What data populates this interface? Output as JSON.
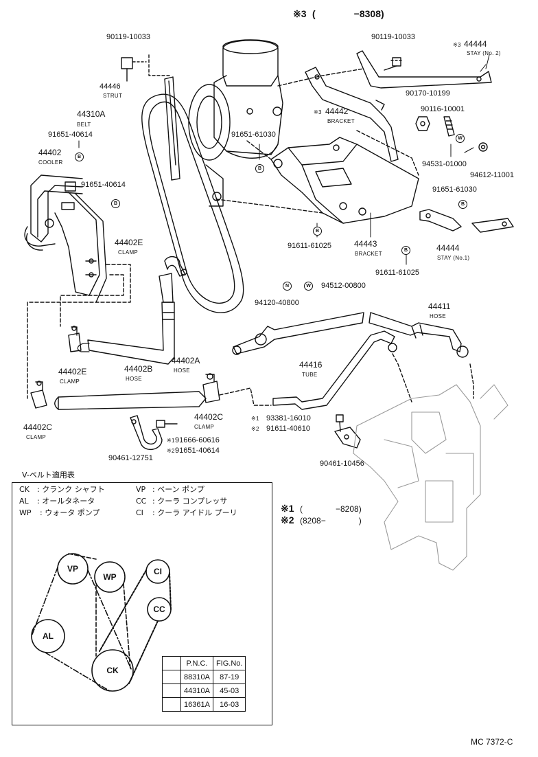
{
  "header": {
    "mark3": "※3",
    "range3": "(　　　　−8308)"
  },
  "parts": {
    "p_90119_left": "90119-10033",
    "p_90119_right": "90119-10033",
    "p_44444_stay2": {
      "mark": "※3",
      "num": "44444",
      "name": "STAY (No. 2)"
    },
    "p_44446": {
      "num": "44446",
      "name": "STRUT"
    },
    "p_90170": "90170-10199",
    "p_90116": "90116-10001",
    "p_44442": {
      "mark": "※3",
      "num": "44442",
      "name": "BRACKET"
    },
    "p_44310A": {
      "num": "44310A",
      "name": "BELT"
    },
    "p_91651_40614_top": "91651-40614",
    "p_91651_61030_a": "91651-61030",
    "p_94531": "94531-01000",
    "p_94612": "94612-11001",
    "p_44402": {
      "num": "44402",
      "name": "COOLER"
    },
    "p_91651_40614_cooler": "91651-40614",
    "p_91651_61030_b": "91651-61030",
    "p_44402E_top": {
      "num": "44402E",
      "name": "CLAMP"
    },
    "p_91611_61025_a": "91611-61025",
    "p_44443": {
      "num": "44443",
      "name": "BRACKET"
    },
    "p_44444_stay1": {
      "num": "44444",
      "name": "STAY (No.1)"
    },
    "p_91611_61025_b": "91611-61025",
    "p_94512": "94512-00800",
    "p_94120": "94120-40800",
    "p_44411": {
      "num": "44411",
      "name": "HOSE"
    },
    "p_44402E_low": {
      "num": "44402E",
      "name": "CLAMP"
    },
    "p_44402B": {
      "num": "44402B",
      "name": "HOSE"
    },
    "p_44402A": {
      "num": "44402A",
      "name": "HOSE"
    },
    "p_44416": {
      "num": "44416",
      "name": "TUBE"
    },
    "p_44402C_left": {
      "num": "44402C",
      "name": "CLAMP"
    },
    "p_44402C_right": {
      "num": "44402C",
      "name": "CLAMP"
    },
    "p_93381": {
      "mark": "※1",
      "num": "93381-16010"
    },
    "p_91611_40610": {
      "mark": "※2",
      "num": "91611-40610"
    },
    "p_91666": {
      "mark": "※1",
      "num": "91666-60616"
    },
    "p_91651_40614_low": {
      "mark": "※2",
      "num": "91651-40614"
    },
    "p_90461_12751": "90461-12751",
    "p_90461_10456": "90461-10456"
  },
  "bolt_letters": {
    "b": "B",
    "n": "N",
    "w": "W"
  },
  "notes": {
    "n1_mark": "※1",
    "n1_range": "(　　　　−8208)",
    "n2_mark": "※2",
    "n2_range": "(8208−　　　　)"
  },
  "legend": {
    "title": "V-ベルト適用表",
    "rows": [
      {
        "abbr": "CK",
        "desc": ": クランク シャフト",
        "abbr2": "VP",
        "desc2": ": ベーン ポンプ"
      },
      {
        "abbr": "AL",
        "desc": ": オールタネータ",
        "abbr2": "CC",
        "desc2": ": クーラ コンプレッサ"
      },
      {
        "abbr": "WP",
        "desc": ": ウォータ ポンプ",
        "abbr2": "CI",
        "desc2": ": クーラ アイドル プーリ"
      }
    ],
    "pulleys": {
      "vp": "VP",
      "wp": "WP",
      "ci": "CI",
      "cc": "CC",
      "al": "AL",
      "ck": "CK"
    }
  },
  "pnc_table": {
    "headers": [
      "P.N.C.",
      "FIG.No."
    ],
    "rows": [
      {
        "pnc": "88310A",
        "fig": "87-19"
      },
      {
        "pnc": "44310A",
        "fig": "45-03"
      },
      {
        "pnc": "16361A",
        "fig": "16-03"
      }
    ]
  },
  "footer": {
    "code": "MC 7372-C"
  }
}
